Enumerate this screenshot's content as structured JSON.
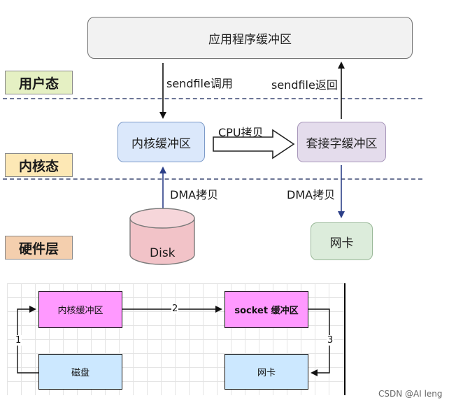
{
  "upper_diagram": {
    "app_buffer": "应用程序缓冲区",
    "layers": {
      "user": "用户态",
      "kernel": "内核态",
      "hardware": "硬件层"
    },
    "kernel_buffer": "内核缓冲区",
    "socket_buffer": "套接字缓冲区",
    "nic": "网卡",
    "disk": "Disk",
    "labels": {
      "sendfile_call": "sendfile调用",
      "sendfile_return": "sendfile返回",
      "cpu_copy": "CPU拷贝",
      "dma_copy_in": "DMA拷贝",
      "dma_copy_out": "DMA拷贝"
    },
    "colors": {
      "kernel_buffer": "#dbe8fb",
      "socket_buffer": "#e4dcec",
      "nic": "#dcecdb",
      "disk": "#f2c3c8",
      "layer_user": "#e5f0c3",
      "layer_kernel": "#fde8b5",
      "layer_hardware": "#f4cfae"
    }
  },
  "lower_diagram": {
    "kernel_buffer": "内核缓冲区",
    "socket_buffer": "socket 缓冲区",
    "disk": "磁盘",
    "nic": "网卡",
    "steps": [
      "1",
      "2",
      "3"
    ],
    "colors": {
      "buffer": "#ff99ff",
      "device": "#cce8ff"
    }
  },
  "watermark": "CSDN @AI leng"
}
